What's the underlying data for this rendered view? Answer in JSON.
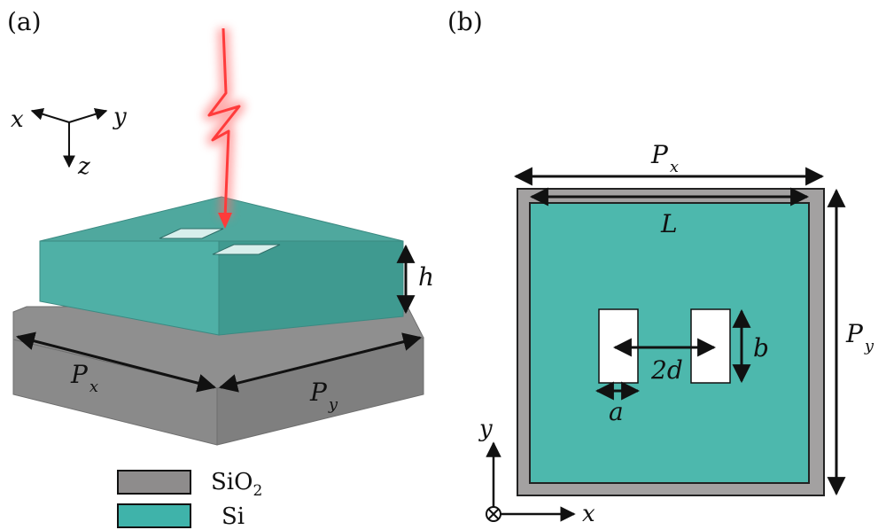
{
  "panel_a": {
    "label": "(a)",
    "axis_x": "x",
    "axis_y": "y",
    "axis_z": "z",
    "dim_h": "h",
    "dim_px_main": "P",
    "dim_px_sub": "x",
    "dim_py_main": "P",
    "dim_py_sub": "y"
  },
  "panel_b": {
    "label": "(b)",
    "dim_px_main": "P",
    "dim_px_sub": "x",
    "dim_py_main": "P",
    "dim_py_sub": "y",
    "dim_L": "L",
    "dim_b": "b",
    "dim_2d": "2d",
    "dim_a": "a",
    "axis_x": "x",
    "axis_y": "y"
  },
  "legend": {
    "sio2_main": "SiO",
    "sio2_sub": "2",
    "si": "Si"
  },
  "colors": {
    "si_top": "#4fa89e",
    "si_front": "#4fb0a6",
    "si_side": "#3f9a90",
    "substrate_top": "#8f8f8f",
    "substrate_front": "#8a8a8a",
    "substrate_side": "#7f7f7f",
    "frame_gray": "#a3a1a1",
    "fill_teal": "#4db8ad",
    "beam_red": "#ff3b3b"
  }
}
